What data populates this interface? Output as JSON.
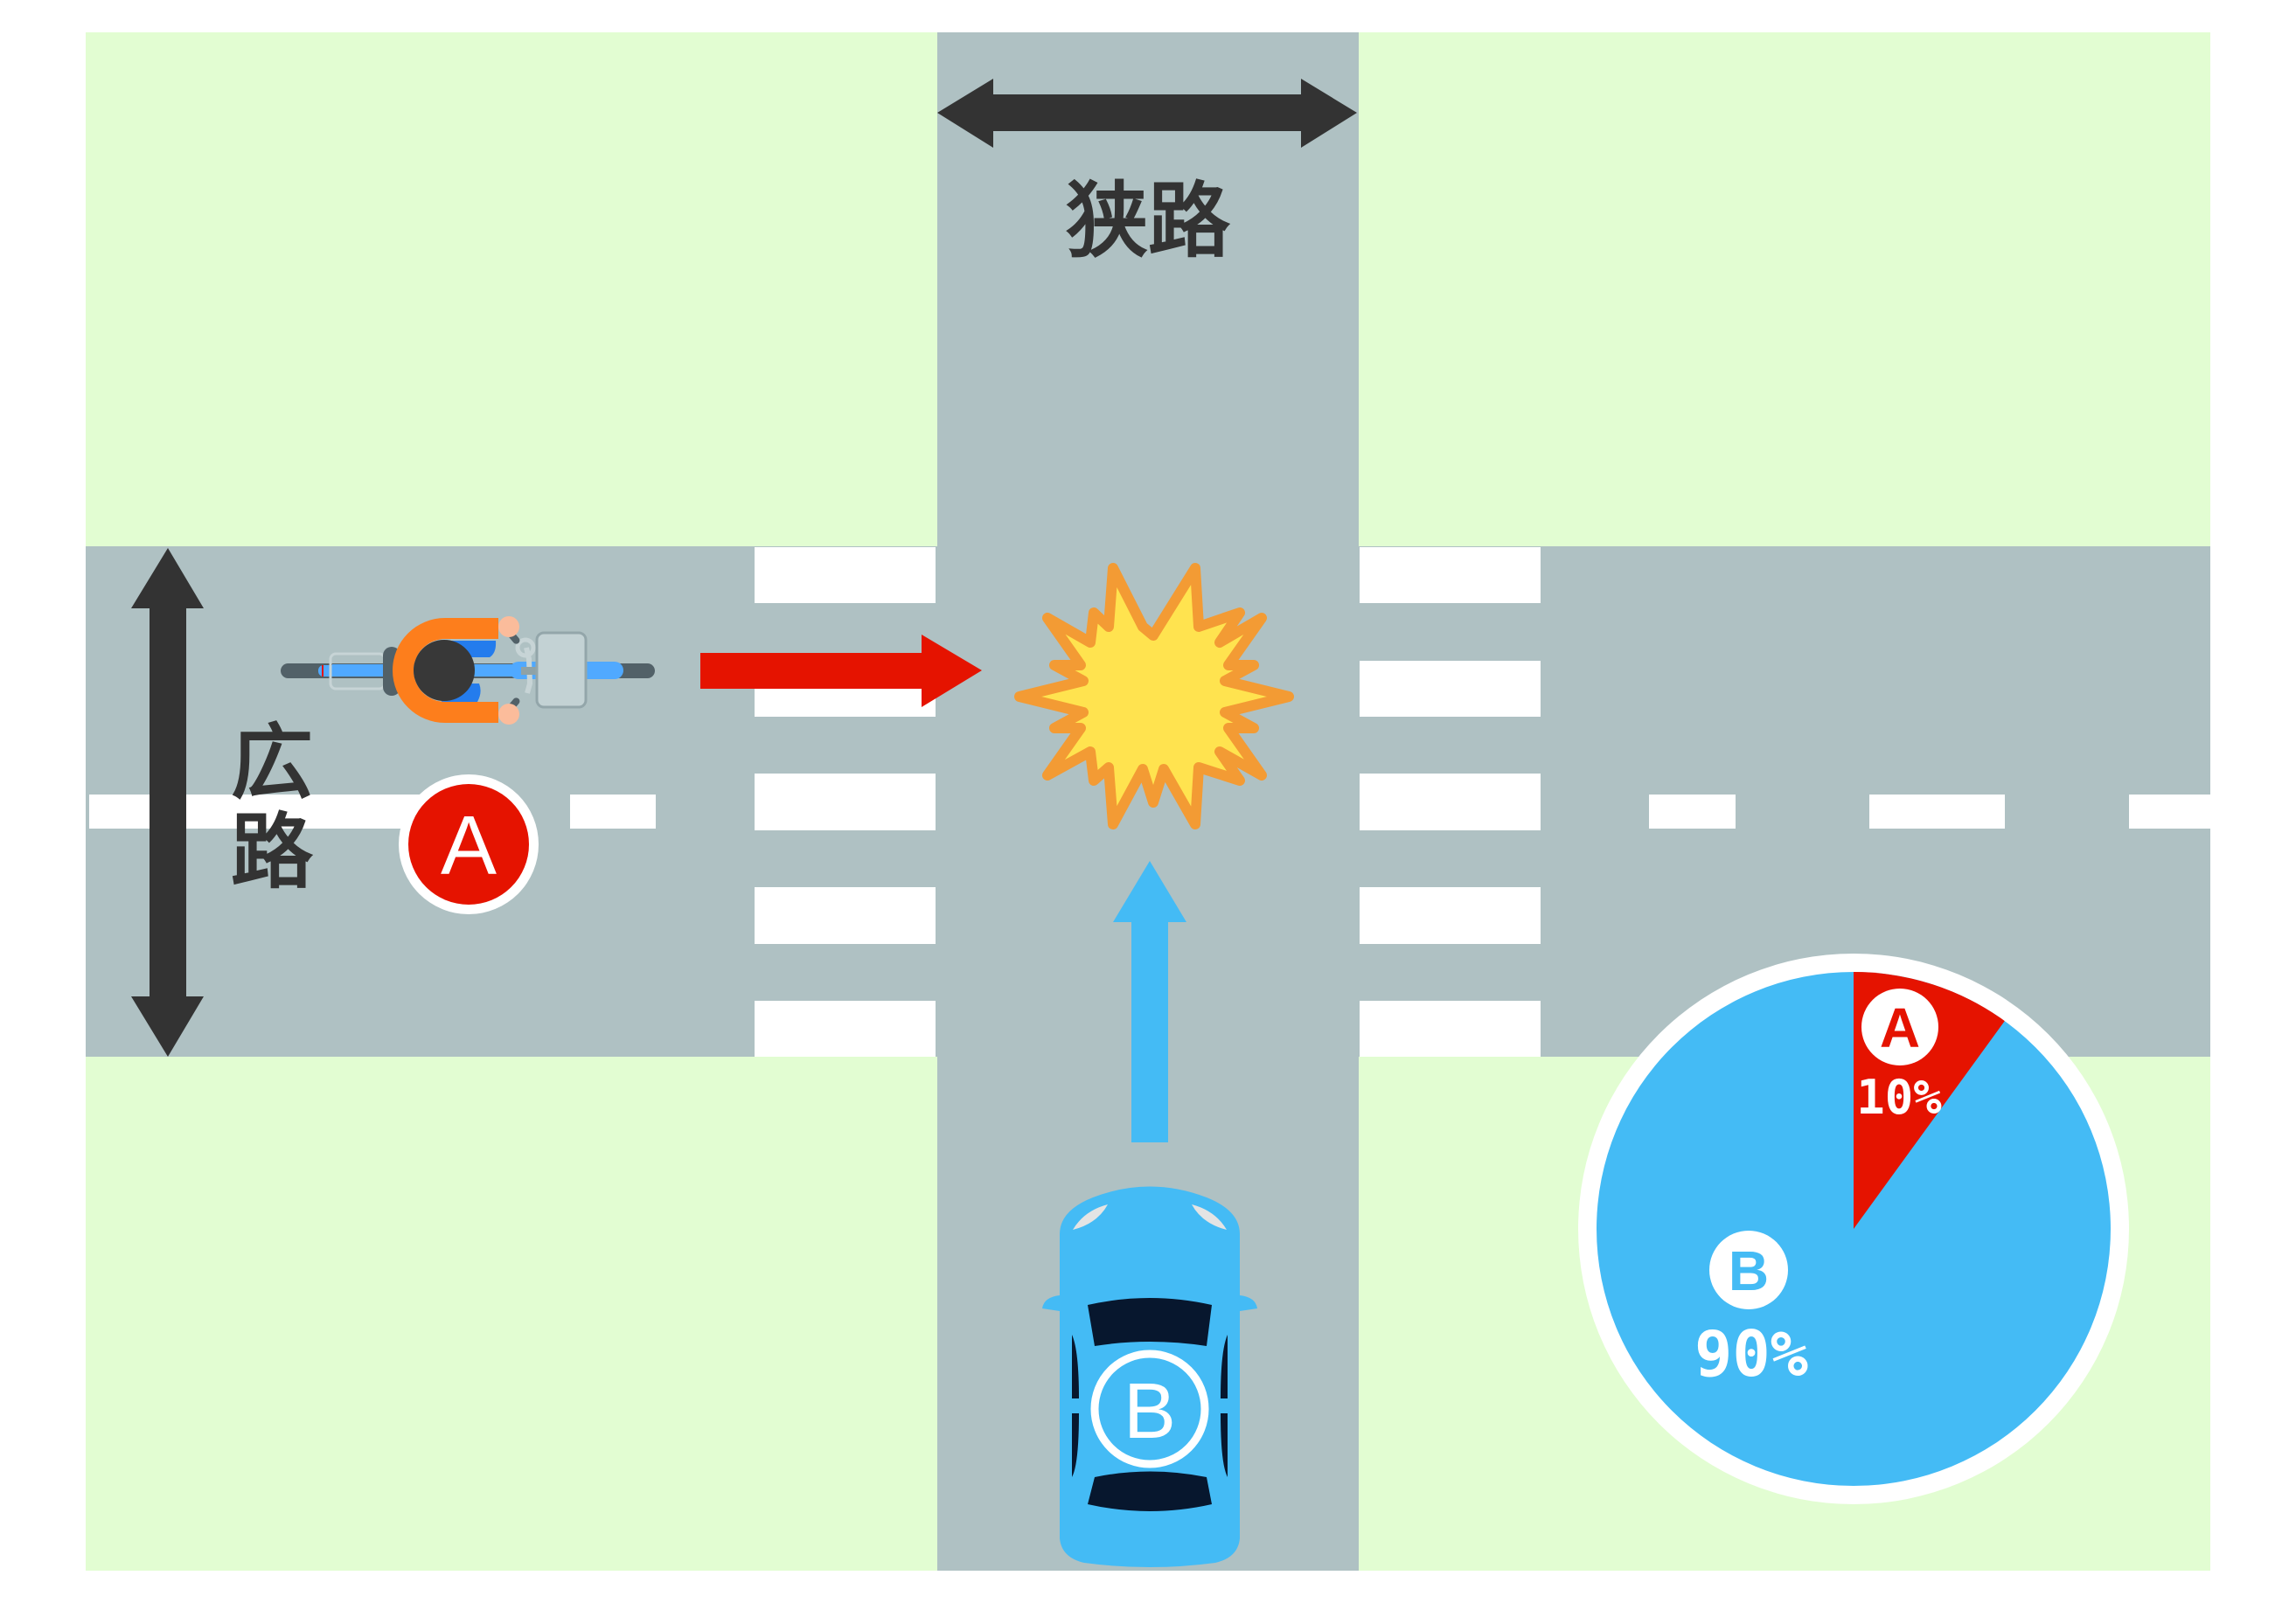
{
  "diagram": {
    "type": "traffic-accident-fault-ratio",
    "colors": {
      "background": "#ffffff",
      "grass": "#e2fdd2",
      "road": "#afc1c3",
      "marking": "#ffffff",
      "dimension_arrow": "#333333",
      "party_a": "#e51300",
      "party_b": "#44bbf5",
      "collision_fill": "#ffe34f",
      "collision_stroke": "#f39b34",
      "rider_jacket": "#fd7e1c",
      "rider_head": "#383838",
      "rider_pants": "#247ced",
      "bicycle_frame": "#50a9ff",
      "tire": "#526168",
      "car_window": "#07172e"
    },
    "roads": {
      "narrow_road": {
        "label": "狭路",
        "orientation": "vertical"
      },
      "wide_road": {
        "label_chars": [
          "広",
          "路"
        ],
        "label": "広路",
        "orientation": "horizontal"
      }
    },
    "parties": {
      "a": {
        "letter": "A",
        "vehicle": "bicycle",
        "direction": "east"
      },
      "b": {
        "letter": "B",
        "vehicle": "car",
        "direction": "north"
      }
    },
    "collision": {
      "icon": "collision-burst-icon"
    }
  },
  "pie": {
    "a": {
      "letter": "A",
      "percent_label": "10%"
    },
    "b": {
      "letter": "B",
      "percent_label": "90%"
    }
  },
  "chart_data": {
    "type": "pie",
    "title": "",
    "categories": [
      "A",
      "B"
    ],
    "values": [
      10,
      90
    ],
    "labels": [
      "A 10%",
      "B 90%"
    ],
    "colors": [
      "#e51300",
      "#44bbf5"
    ],
    "start_angle": "12 o'clock, clockwise"
  }
}
